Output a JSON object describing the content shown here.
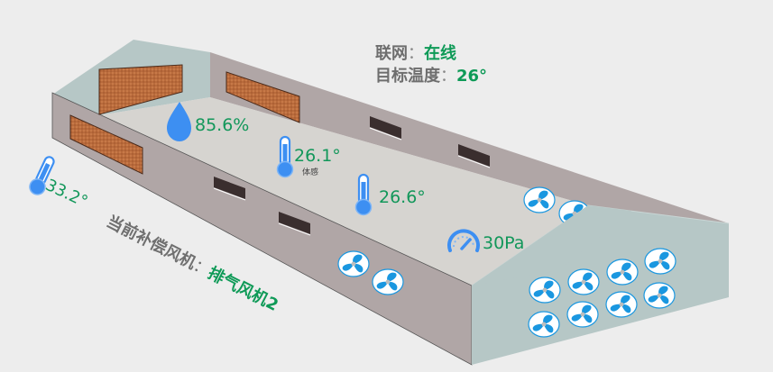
{
  "status": {
    "network_label": "联网",
    "network_value": "在线",
    "target_temp_label": "目标温度",
    "target_temp_value": "26°",
    "separator": "："
  },
  "sensors": {
    "humidity": {
      "icon": "water-drop-icon",
      "value": "85.6%"
    },
    "feels_like": {
      "icon": "thermometer-icon",
      "value": "26.1°",
      "sub_label": "体感"
    },
    "indoor_temp": {
      "icon": "thermometer-icon",
      "value": "26.6°"
    },
    "pressure": {
      "icon": "gauge-icon",
      "value": "30Pa"
    },
    "outdoor_temp": {
      "icon": "thermometer-icon",
      "value": "33.2°"
    }
  },
  "compensation_fan": {
    "label": "当前补偿风机",
    "separator": "：",
    "value": "排气风机2"
  },
  "colors": {
    "accent_green": "#0e9a57",
    "icon_blue": "#3d8ff2",
    "fan_blue": "#1a97e0",
    "wall": "#b0a6a6",
    "gable": "#b6c7c6",
    "floor": "#d6d4d0",
    "pad": "#b86a3a"
  }
}
